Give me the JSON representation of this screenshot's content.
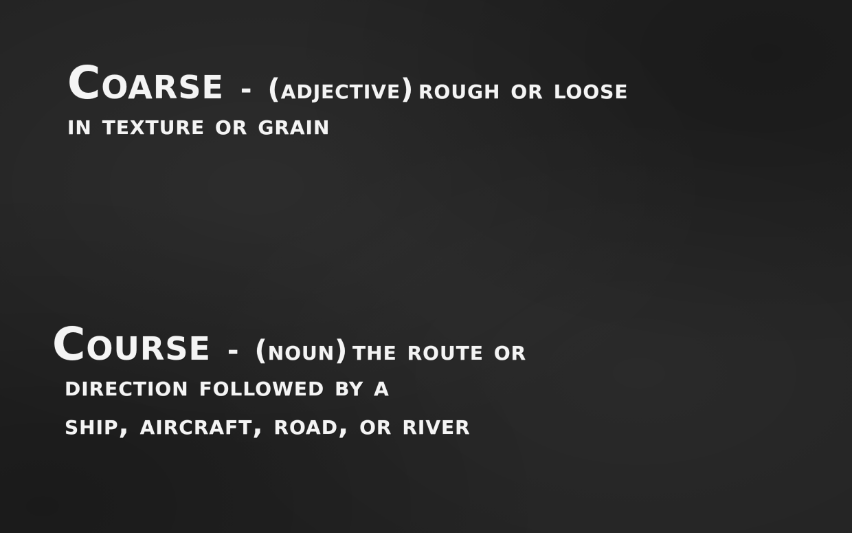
{
  "entries": [
    {
      "word": "Coarse",
      "separator": "-",
      "part_of_speech": "(adjective)",
      "definition_lines": [
        "rough or loose",
        "in texture or grain"
      ]
    },
    {
      "word": "Course",
      "separator": "-",
      "part_of_speech": "(noun)",
      "definition_lines": [
        "the route or",
        "direction followed by a",
        "ship, aircraft, road, or river"
      ]
    }
  ],
  "colors": {
    "background": "#232323",
    "chalk": "#f4f4f4"
  }
}
